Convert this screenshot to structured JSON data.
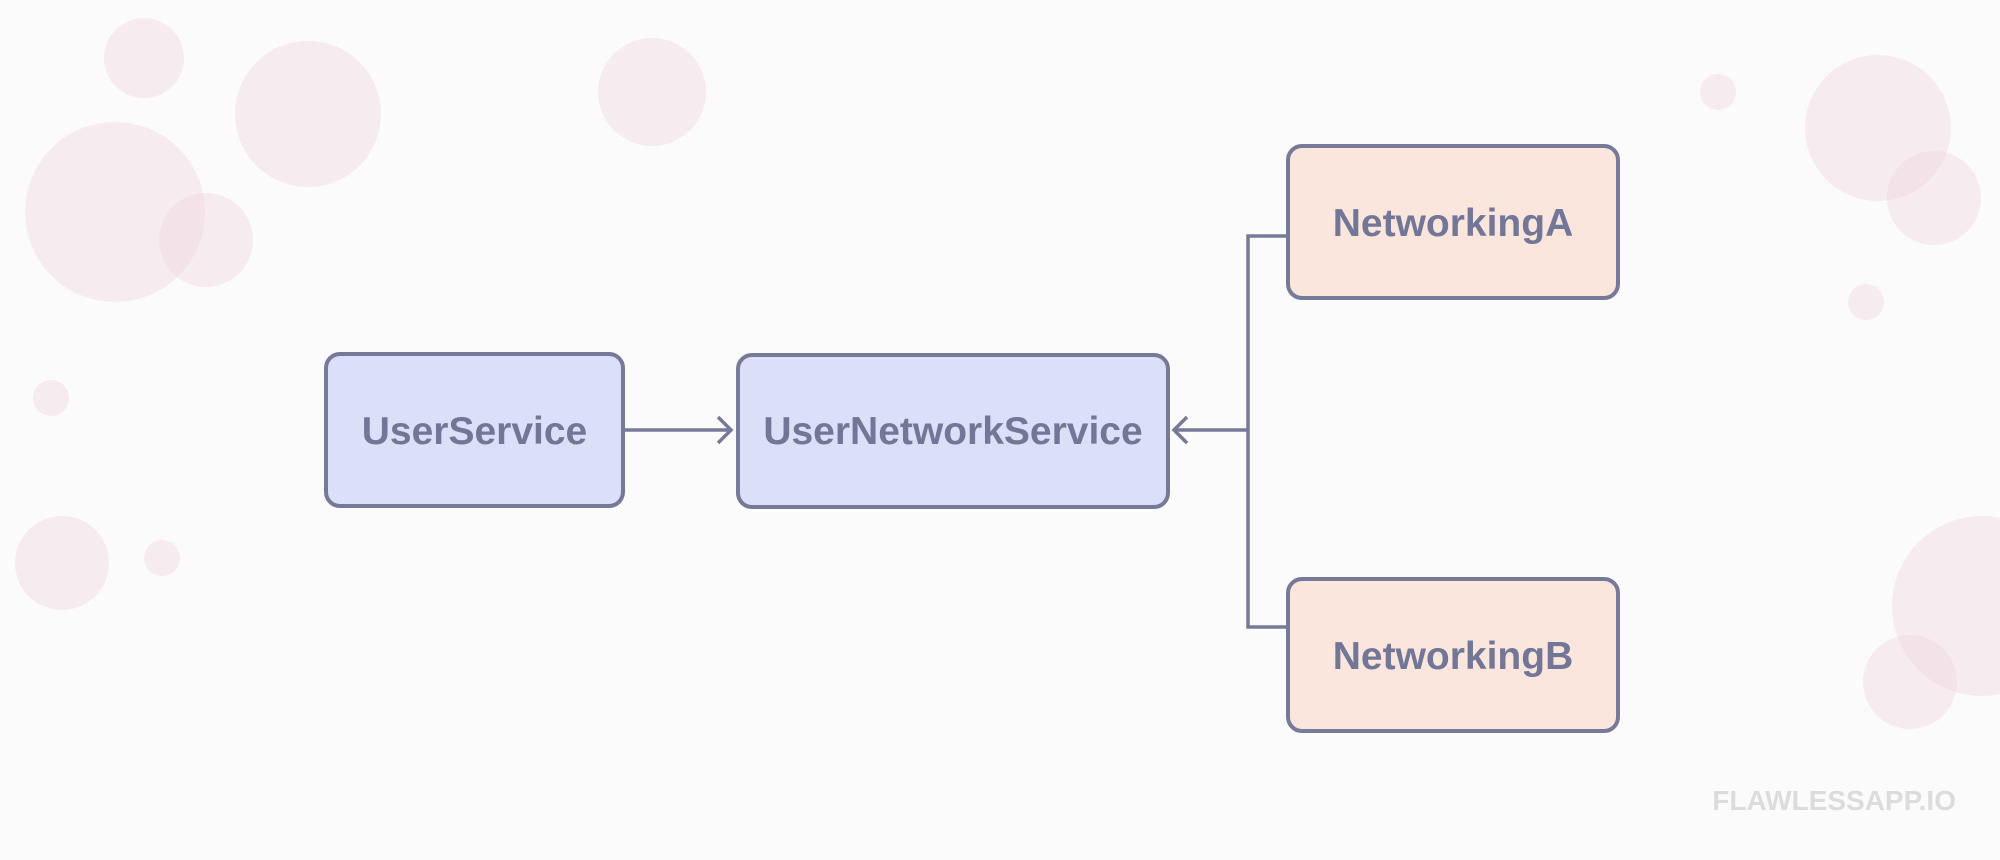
{
  "diagram": {
    "nodes": {
      "user_service": "UserService",
      "user_network_service": "UserNetworkService",
      "networking_a": "NetworkingA",
      "networking_b": "NetworkingB"
    },
    "edges": [
      {
        "from": "UserService",
        "to": "UserNetworkService"
      },
      {
        "from": "NetworkingA",
        "to": "UserNetworkService"
      },
      {
        "from": "NetworkingB",
        "to": "UserNetworkService"
      }
    ]
  },
  "watermark": "FLAWLESSAPP.IO",
  "colors": {
    "background": "#fbfbfb",
    "service_fill": "#dbe0f8",
    "networking_fill": "#fae6dc",
    "stroke": "#767a98",
    "label": "#737797",
    "bubble": "#efd6dd",
    "watermark": "#dcdcdc"
  }
}
